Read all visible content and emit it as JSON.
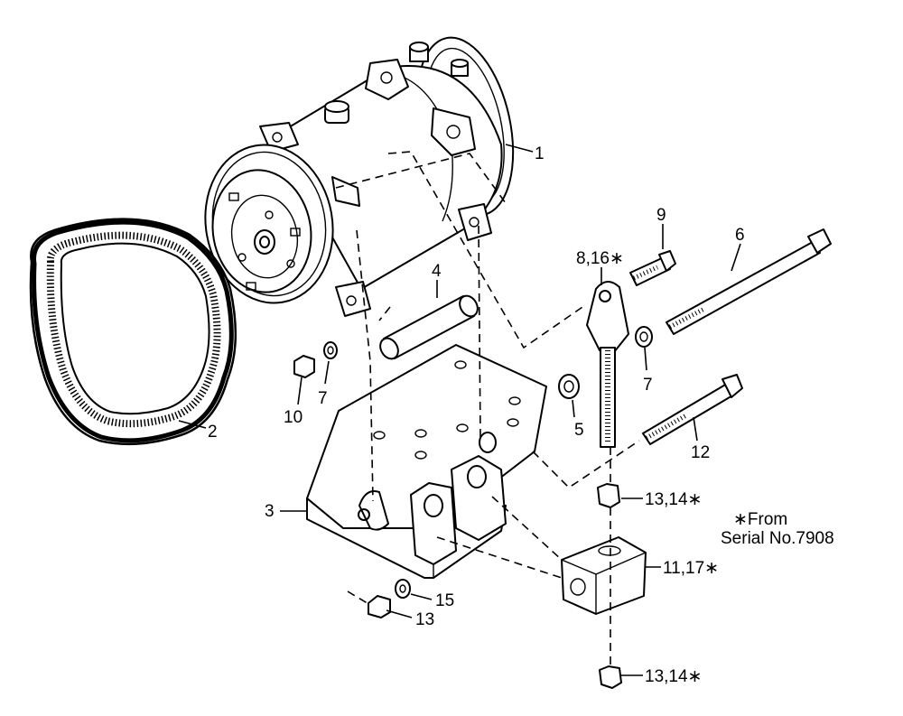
{
  "callouts": {
    "p1": "1",
    "p2": "2",
    "p3": "3",
    "p4": "4",
    "p5": "5",
    "p6": "6",
    "p7a": "7",
    "p7b": "7",
    "p8": "8,16∗",
    "p9": "9",
    "p10": "10",
    "p11": "11,17∗",
    "p12": "12",
    "p13a": "13,14∗",
    "p13b": "13,14∗",
    "p13c": "13",
    "p15": "15"
  },
  "note": {
    "line1": "∗From",
    "line2": "Serial No.7908"
  }
}
